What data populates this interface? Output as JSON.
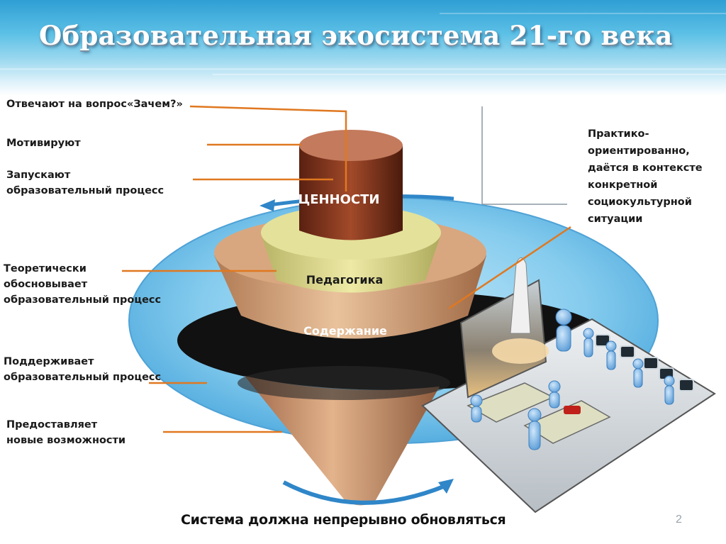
{
  "title": "Образовательная экосистема 21-го века",
  "left_labels": [
    {
      "lines": [
        "Отвечают на вопрос«Зачем?»"
      ]
    },
    {
      "lines": [
        "Мотивируют"
      ]
    },
    {
      "lines": [
        "Запускают",
        "образовательный процесс"
      ]
    },
    {
      "lines": [
        "Теоретически",
        "обосновывает",
        "образовательный процесс"
      ]
    },
    {
      "lines": [
        "Поддерживает",
        "образовательный процесс"
      ]
    },
    {
      "lines": [
        "Предоставляет",
        "новые возможности"
      ]
    }
  ],
  "right_label": {
    "lines": [
      "Практико-",
      "ориентированно,",
      "даётся в контексте",
      "конкретной",
      "социокультурной",
      "ситуации"
    ]
  },
  "layers": {
    "values": "ЦЕННОСТИ",
    "pedagogy": "Педагогика",
    "content": "Содержание"
  },
  "footer": "Система должна непрерывно обновляться",
  "page_number": "2",
  "colors": {
    "header_blue": "#2f9fd4",
    "leader_orange": "#e07820",
    "values_brown": "#8a3a22",
    "pedagogy_yellow": "#dcd98a",
    "content_tan": "#cf9a6e",
    "disk_blue": "#7cc6ec"
  }
}
